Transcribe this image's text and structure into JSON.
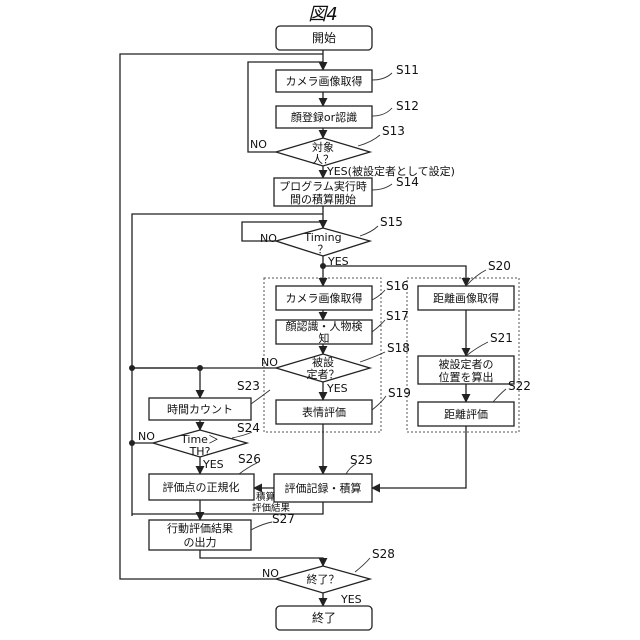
{
  "figure_title": "図4",
  "boxes": {
    "start": "開始",
    "s11": "カメラ画像取得",
    "s12": "顔登録or認識",
    "s14_line1": "プログラム実行時",
    "s14_line2": "間の積算開始",
    "s16": "カメラ画像取得",
    "s17_line1": "顔認識・人物検",
    "s17_line2": "知",
    "s19": "表情評価",
    "s20": "距離画像取得",
    "s21_line1": "被設定者の",
    "s21_line2": "位置を算出",
    "s22": "距離評価",
    "s23": "時間カウント",
    "s25": "評価記録・積算",
    "s26": "評価点の正規化",
    "s27_line1": "行動評価結果",
    "s27_line2": "の出力",
    "end": "終了"
  },
  "decisions": {
    "s13_line1": "対象",
    "s13_line2": "人？",
    "s15_line1": "Timing",
    "s15_line2": "？",
    "s18_line1": "被設",
    "s18_line2": "定者？",
    "s24_line1": "Time＞",
    "s24_line2": "TH?",
    "s28": "終了？"
  },
  "branch_labels": {
    "s13_no": "NO",
    "s13_yes": "YES(被設定者として設定)",
    "s15_no": "NO",
    "s15_yes": "YES",
    "s18_no": "NO",
    "s18_yes": "YES",
    "s24_no": "NO",
    "s24_yes": "YES",
    "s28_no": "NO",
    "s28_yes": "YES"
  },
  "edge_labels": {
    "accumulate": "積算",
    "eval_result": "評価結果"
  },
  "step_ids": {
    "s11": "S11",
    "s12": "S12",
    "s13": "S13",
    "s14": "S14",
    "s15": "S15",
    "s16": "S16",
    "s17": "S17",
    "s18": "S18",
    "s19": "S19",
    "s20": "S20",
    "s21": "S21",
    "s22": "S22",
    "s23": "S23",
    "s24": "S24",
    "s25": "S25",
    "s26": "S26",
    "s27": "S27",
    "s28": "S28"
  }
}
